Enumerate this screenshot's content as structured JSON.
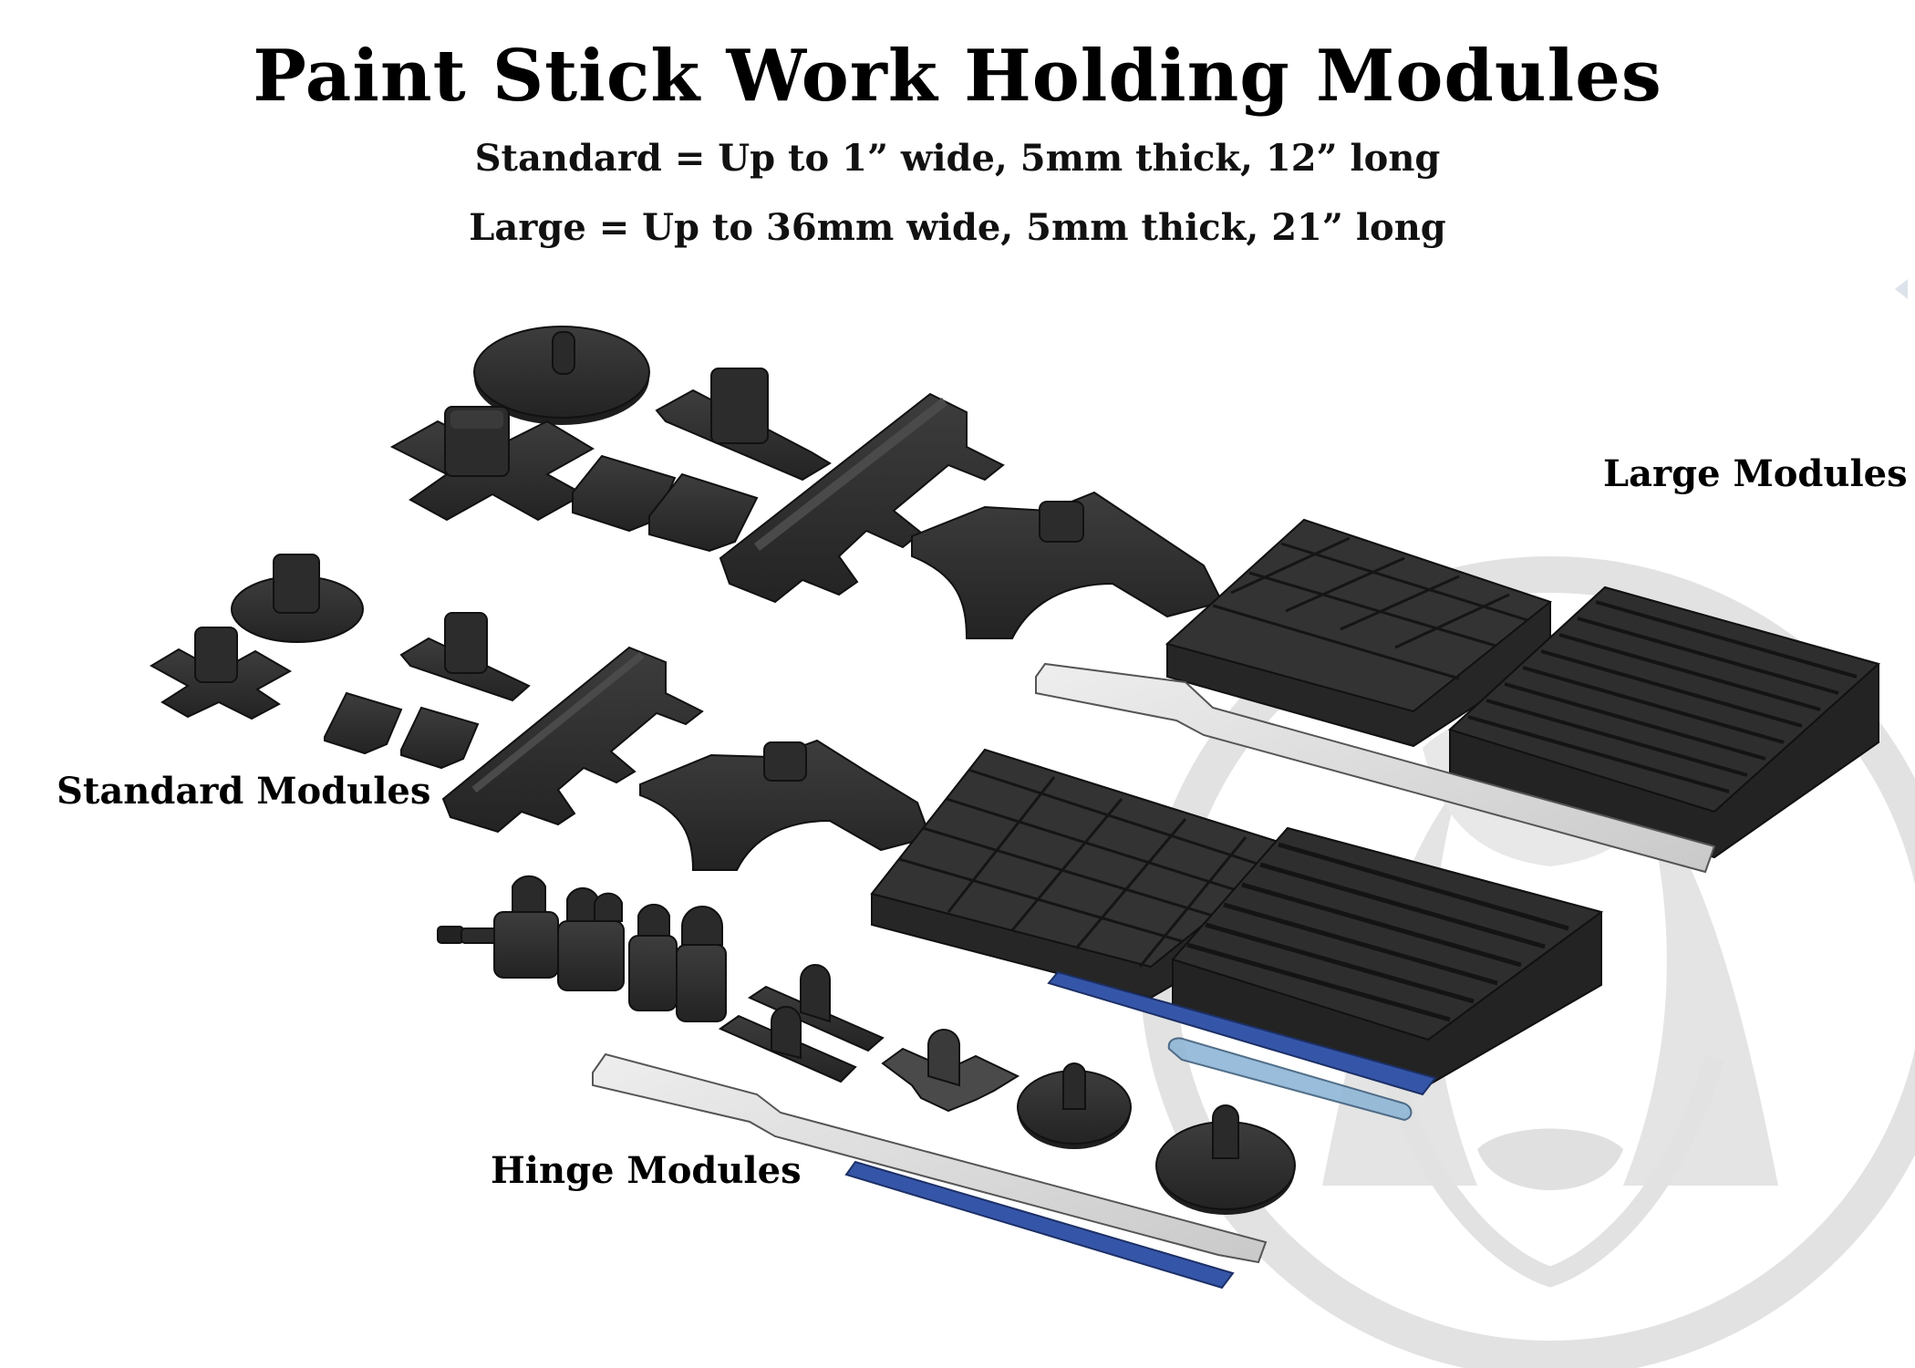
{
  "header": {
    "title": "Paint Stick Work Holding Modules",
    "spec_standard": "Standard = Up to 1” wide, 5mm thick, 12” long",
    "spec_large": "Large = Up to 36mm wide, 5mm thick, 21” long"
  },
  "labels": {
    "large": "Large Modules",
    "standard": "Standard Modules",
    "hinge": "Hinge Modules"
  },
  "groups": [
    {
      "name": "Large Modules",
      "parts": [
        "disc-base-hinge",
        "cross-post",
        "t-post",
        "stick-clip",
        "stick-clip",
        "long-rail",
        "arch-bridge",
        "peg-grid-block",
        "slot-grid-block",
        "paint-stick-large"
      ]
    },
    {
      "name": "Standard Modules",
      "parts": [
        "round-base-post",
        "cross-post",
        "t-post",
        "stick-clip",
        "stick-clip",
        "long-rail",
        "arch-bridge",
        "peg-grid-block",
        "slot-grid-block",
        "paint-stick-standard"
      ]
    },
    {
      "name": "Hinge Modules",
      "parts": [
        "thumb-screw",
        "hinge-knuckle-a",
        "hinge-knuckle-b",
        "hinge-knuckle-c",
        "hinge-knuckle-d",
        "t-foot-hinge",
        "cross-foot-hinge",
        "disc-hinge-small",
        "disc-hinge-large",
        "blue-strip",
        "blue-strip",
        "clear-strip"
      ]
    }
  ],
  "colors": {
    "part_dark": "#2b2b2b",
    "part_mid": "#3a3a3a",
    "part_edge": "#111111",
    "stick_light": "#d9d9d9",
    "strip_blue": "#3556a8",
    "strip_clear": "#8fb6d6",
    "watermark": "#e2e2e2"
  }
}
